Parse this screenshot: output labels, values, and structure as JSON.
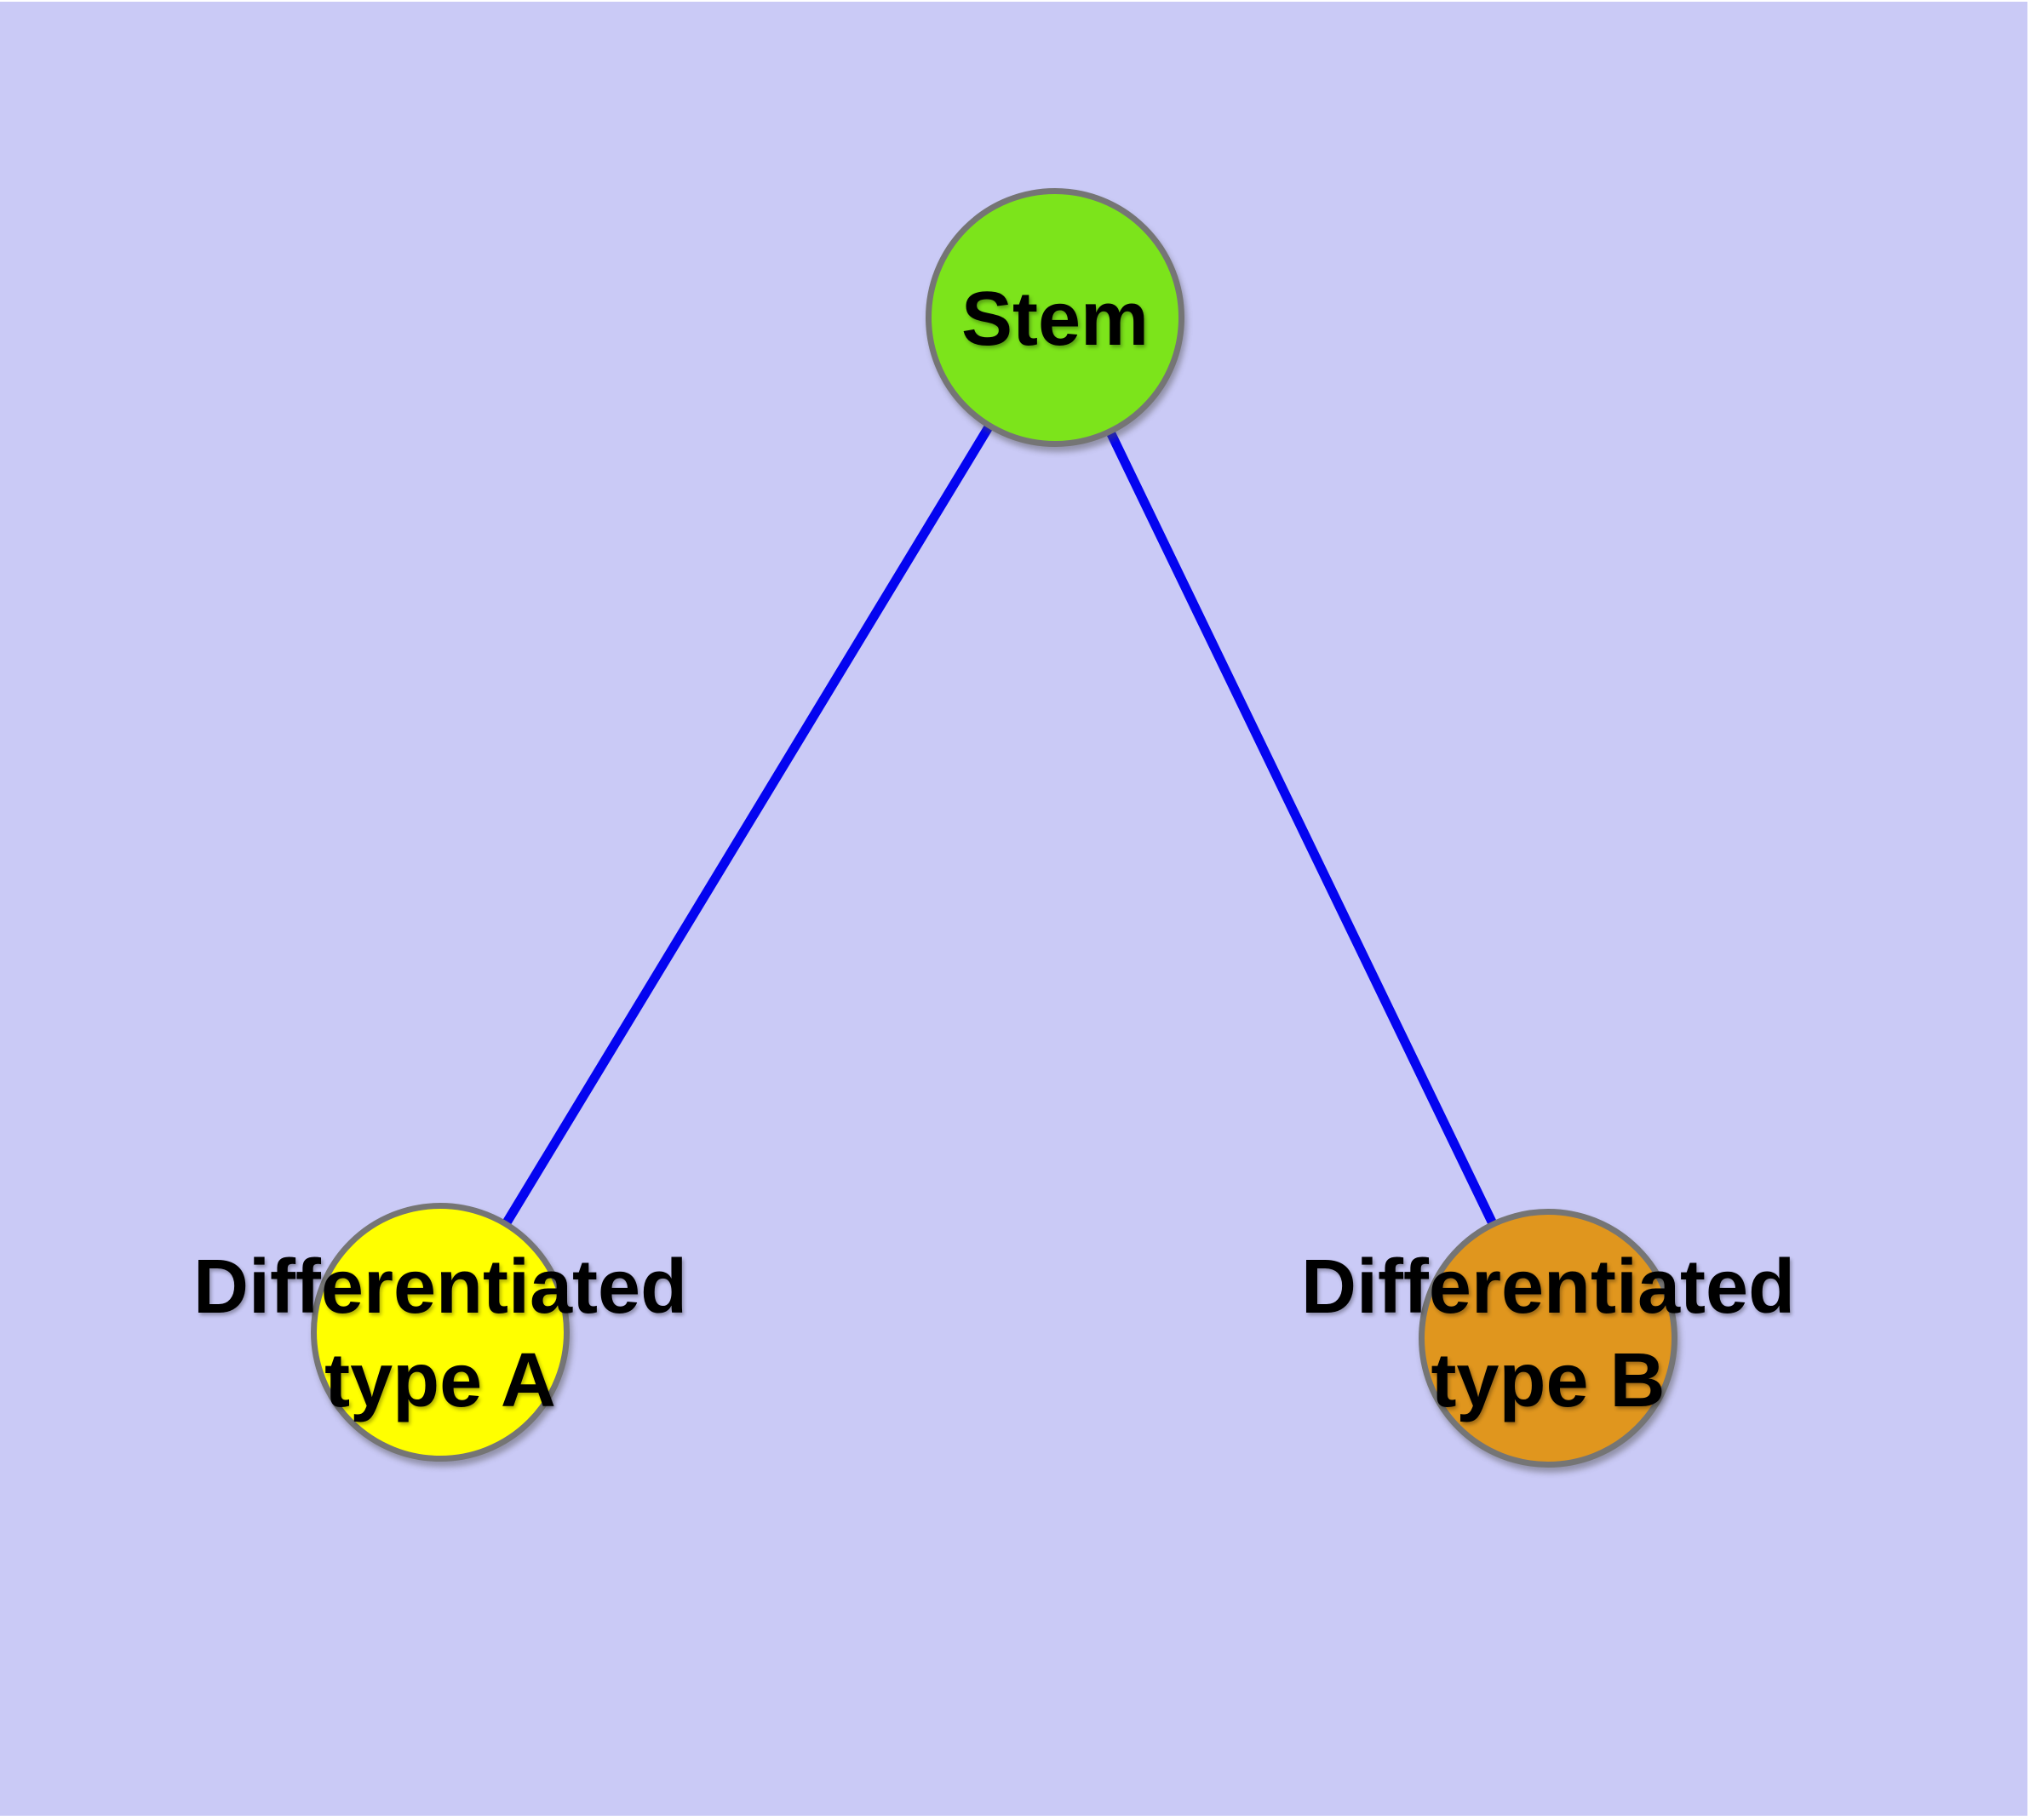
{
  "diagram": {
    "description": "Stem cell differentiation diagram with one parent node connected to two child nodes",
    "nodes": [
      {
        "id": "stem",
        "label": "Stem",
        "fill": "#7CE41B"
      },
      {
        "id": "type-a",
        "label": "Differentiated\ntype A",
        "fill": "#FFFF00"
      },
      {
        "id": "type-b",
        "label": "Differentiated\ntype B",
        "fill": "#E0961E"
      }
    ],
    "edges": [
      {
        "from": "stem",
        "to": "type-a"
      },
      {
        "from": "stem",
        "to": "type-b"
      }
    ],
    "colors": {
      "page": "#FFFFFF",
      "background": "#CACAF6",
      "edge": "#0404F0",
      "node_border": "#757575",
      "label": "#000000"
    }
  }
}
